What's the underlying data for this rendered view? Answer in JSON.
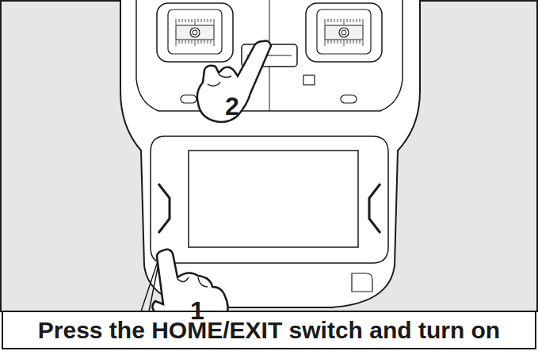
{
  "diagram": {
    "nodes": [
      {
        "text": [
          "Press the HOME/EXIT switch and turn on"
        ]
      }
    ],
    "labels": [
      "2",
      "1"
    ]
  }
}
